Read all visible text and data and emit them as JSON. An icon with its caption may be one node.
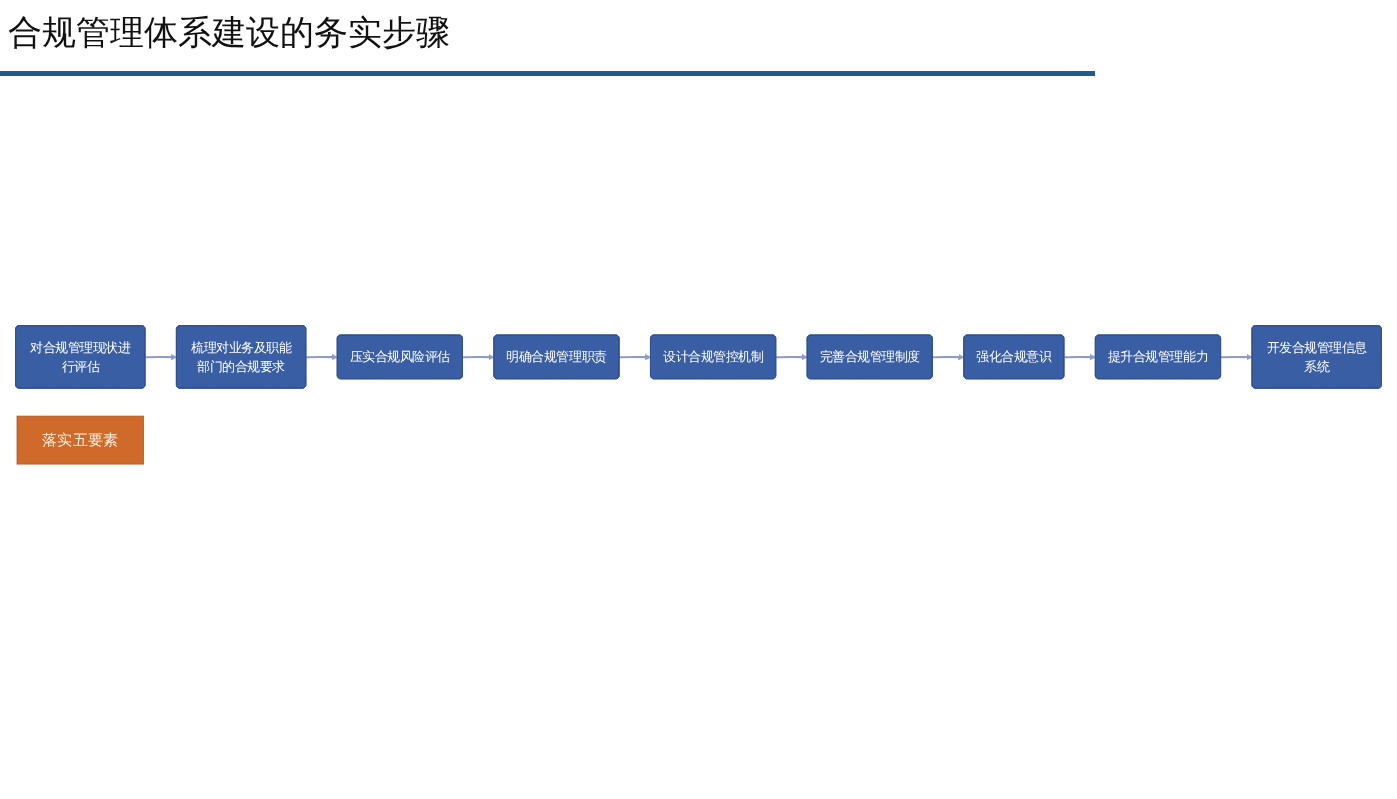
{
  "diagram": {
    "title": "合规管理体系建设的务实步骤",
    "nodes": [
      {
        "text": [
          "对合规管理现状进行评估"
        ]
      },
      {
        "text": [
          "梳理对业务及职能部门的合规要求"
        ]
      },
      {
        "text": [
          "压实合规风险评估"
        ]
      },
      {
        "text": [
          "明确合规管理职责"
        ]
      },
      {
        "text": [
          "设计合规管控机制"
        ]
      },
      {
        "text": [
          "完善合规管理制度"
        ]
      },
      {
        "text": [
          "强化合规意识"
        ]
      },
      {
        "text": [
          "提升合规管理能力"
        ]
      },
      {
        "text": [
          "开发合规管理信息系统"
        ]
      },
      {
        "text": [
          "落实五要素"
        ]
      }
    ],
    "edges": [
      {
        "from": 0,
        "to": 1,
        "arrow": "to"
      },
      {
        "from": 1,
        "to": 2,
        "arrow": "to"
      },
      {
        "from": 2,
        "to": 3,
        "arrow": "to"
      },
      {
        "from": 3,
        "to": 4,
        "arrow": "to"
      },
      {
        "from": 4,
        "to": 5,
        "arrow": "to"
      },
      {
        "from": 5,
        "to": 6,
        "arrow": "to"
      },
      {
        "from": 6,
        "to": 7,
        "arrow": "to"
      },
      {
        "from": 7,
        "to": 8,
        "arrow": "to"
      }
    ]
  }
}
